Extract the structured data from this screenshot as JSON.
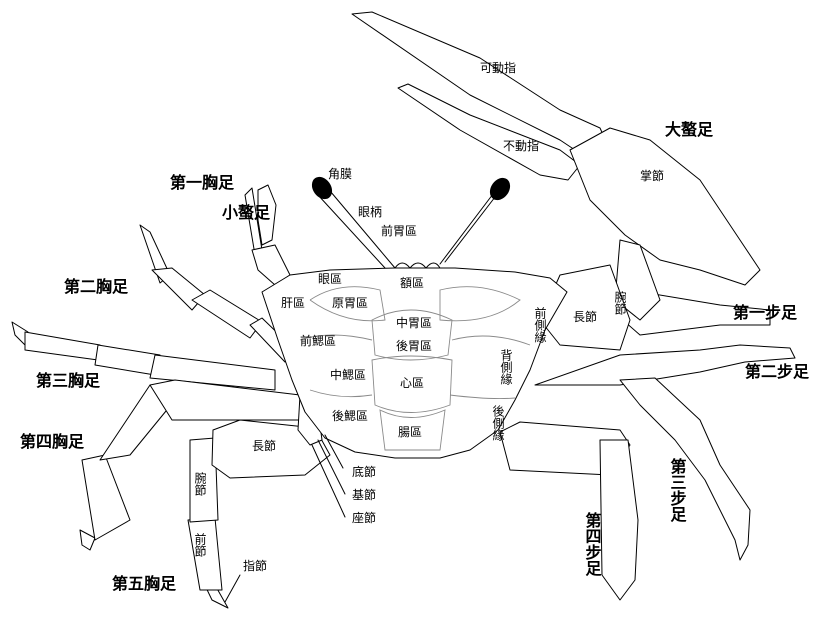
{
  "labels": {
    "movable_finger": "可動指",
    "fixed_finger": "不動指",
    "big_claw": "大螯足",
    "palm": "掌節",
    "cornea": "角膜",
    "eyestalk": "眼柄",
    "anterior_gastric": "前胃區",
    "first_pereiopod": "第一胸足",
    "small_claw": "小螯足",
    "orbital": "眼區",
    "frontal": "額區",
    "hepatic": "肝區",
    "protogastric": "原胃區",
    "mesogastric": "中胃區",
    "metagastric": "後胃區",
    "cardiac": "心區",
    "intestinal": "腸區",
    "anterior_branchial": "前鰓區",
    "middle_branchial": "中鰓區",
    "posterior_branchial": "後鰓區",
    "anterolateral": "前側緣",
    "dorsolateral": "背側緣",
    "posterolateral": "後側緣",
    "carpus": "腕節",
    "merus": "長節",
    "propodus": "前節",
    "dactylus": "指節",
    "coxa": "底節",
    "basis": "基節",
    "ischium": "座節",
    "second_pereiopod": "第二胸足",
    "third_pereiopod": "第三胸足",
    "fourth_pereiopod": "第四胸足",
    "fifth_pereiopod": "第五胸足",
    "first_walking_leg": "第一步足",
    "second_walking_leg": "第二步足",
    "third_walking_leg": "第三步足",
    "fourth_walking_leg": "第四步足"
  }
}
